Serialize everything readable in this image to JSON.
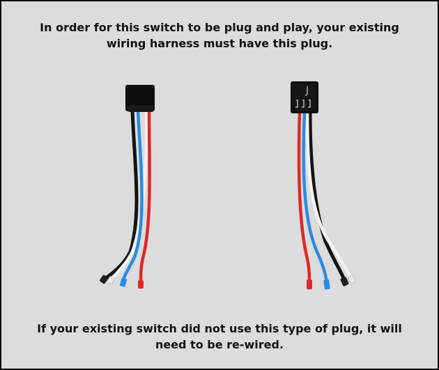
{
  "caption_top": {
    "line1": "In order for this switch to be plug and play, your existing",
    "line2": "wiring harness must have this plug."
  },
  "caption_bottom": {
    "line1": "If your existing switch did not use this type of plug, it will",
    "line2": "need to be re-wired."
  },
  "figures": [
    {
      "name": "wiring-harness-plug-side-view"
    },
    {
      "name": "wiring-harness-plug-front-view"
    }
  ],
  "colors": {
    "background": "#dcdcdc",
    "border": "#000000",
    "text": "#111111",
    "wire_black": "#141414",
    "wire_blue": "#2a8ce0",
    "wire_red": "#e02828",
    "wire_white": "#f2f2f2",
    "connector": "#0d0d0d"
  }
}
